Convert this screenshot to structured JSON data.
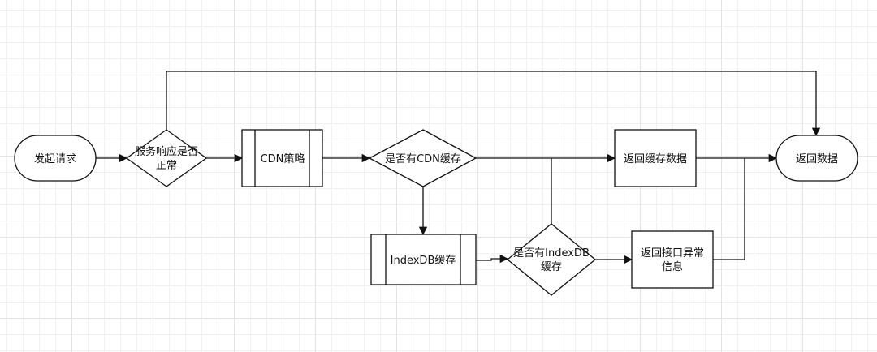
{
  "nodes": {
    "start": {
      "label": "发起请求"
    },
    "service_ok": {
      "label_line1": "服务响应是否",
      "label_line2": "正常"
    },
    "cdn_strategy": {
      "label": "CDN策略"
    },
    "has_cdn_cache": {
      "label": "是否有CDN缓存"
    },
    "return_cache": {
      "label": "返回缓存数据"
    },
    "return_data": {
      "label": "返回数据"
    },
    "indexdb_cache": {
      "label": "IndexDB缓存"
    },
    "has_indexdb_cache": {
      "label_line1": "是否有IndexDB",
      "label_line2": "缓存"
    },
    "return_error": {
      "label_line1": "返回接口异常",
      "label_line2": "信息"
    }
  },
  "colors": {
    "stroke": "#111111",
    "fill": "#ffffff",
    "grid": "#e4e4e4"
  }
}
